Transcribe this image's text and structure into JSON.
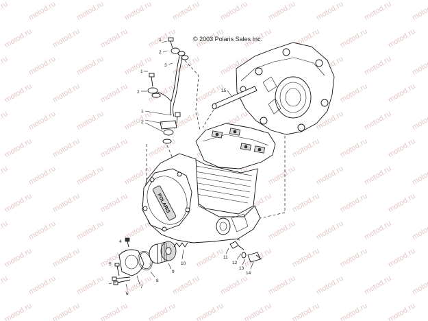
{
  "copyright": "© 2003 Polaris Sales Inc.",
  "watermark": "motod.ru",
  "engine_brand": "POLARIS",
  "callouts": [
    "1",
    "2",
    "3",
    "4",
    "5",
    "6",
    "7",
    "8",
    "9",
    "10",
    "11",
    "12",
    "13",
    "14",
    "15"
  ]
}
